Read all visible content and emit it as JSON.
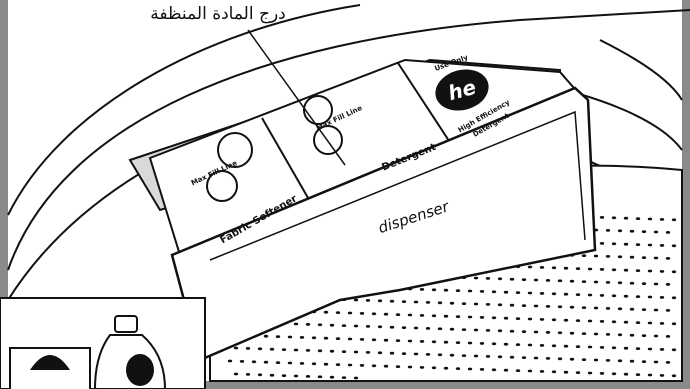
{
  "callout": {
    "text": "درج المادة المنظفة"
  },
  "drawer": {
    "front_label": "dispenser",
    "left_compartment": {
      "label": "Fabric Softener",
      "fill_line": "Max Fill Line"
    },
    "middle_compartment": {
      "label": "Detergent",
      "fill_line": "Max Fill Line",
      "label_icon": "he-logo-small-icon"
    },
    "right_compartment": {
      "badge_top": "Use Only",
      "badge_logo": "he",
      "badge_bottom_1": "High Efficiency",
      "badge_bottom_2": "Detergent"
    }
  },
  "icons": [
    "he-logo-icon",
    "detergent-bottle-icon",
    "detergent-box-icon"
  ],
  "colors": {
    "line": "#111111",
    "shade": "#d9d9d9",
    "frame": "#8a8a8a",
    "background": "#ffffff"
  }
}
